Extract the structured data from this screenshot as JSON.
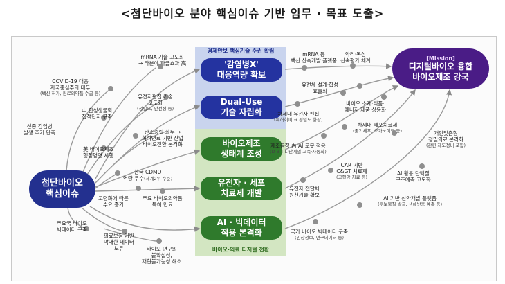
{
  "title": "<첨단바이오 분야 핵심이슈 기반 임무 · 목표 도출>",
  "bands": {
    "top_caption": "경제안보 핵심기술 주권 확립",
    "bottom_caption": "바이오·의료 디지털 전환"
  },
  "center": {
    "line1": "첨단바이오",
    "line2": "핵심이슈"
  },
  "mission": {
    "tag": "[Mission]",
    "line1": "디지털바이오 융합",
    "line2": "바이오제조 강국"
  },
  "tasks": [
    {
      "line1": "'감염병X'",
      "line2": "대응역량 확보"
    },
    {
      "line1": "Dual-Use",
      "line2": "기술 자립화"
    },
    {
      "line1": "바이오제조",
      "line2": "생태계 조성"
    },
    {
      "line1": "유전자 · 세포",
      "line2": "치료제 개발"
    },
    {
      "line1": "AI · 빅데이터",
      "line2": "적용 본격화"
    }
  ],
  "issues": [
    {
      "line1": "COVID-19 대응",
      "line2": "자국중심주의 대두",
      "sub": "(백신 허가, 원료의약품 수급 등)"
    },
    {
      "line1": "신종 감염병",
      "line2": "발생 주기 단축"
    },
    {
      "line1": "mRNA 기술 고도화",
      "line2": "→ 타분야 파급효과 高"
    },
    {
      "line1": "中 합성생물학",
      "line2": "집적단지 구축"
    },
    {
      "line1": "유전자편집 기술",
      "line2": "고도화",
      "sub": "(정밀도, 안전성 등)"
    },
    {
      "line1": "美 바이오제조",
      "line2": "행정명령 시행"
    },
    {
      "line1": "탄소중립 화두 →",
      "line2": "화석연료 기반 산업",
      "line3": "바이오전환 본격화"
    },
    {
      "line1": "한국 CDMO",
      "line2": "역량 우수",
      "sub": "(세계2위 수준)"
    },
    {
      "line1": "고령화에 따른",
      "line2": "수요 증가"
    },
    {
      "line1": "주요 바이오의약품",
      "line2": "특허 만료"
    },
    {
      "line1": "주요국 바이오",
      "line2": "빅데이터 구축"
    },
    {
      "line1": "의료보험 기반",
      "line2": "막대한 데이터",
      "line3": "보유"
    },
    {
      "line1": "바이오 연구의",
      "line2": "불확실성,",
      "line3": "재현불가능성 해소"
    }
  ],
  "goals": [
    {
      "line1": "mRNA 등",
      "line2": "백신 신속개발 플랫폼"
    },
    {
      "line1": "약리·독성",
      "line2": "신속평가 체계"
    },
    {
      "line1": "유전체 설계·합성",
      "line2": "효율화"
    },
    {
      "line1": "차세대 유전자 편집",
      "sub": "(특허회피 → 정밀도 향상)"
    },
    {
      "line1": "바이오 소재·식품·",
      "line2": "에너지 제품 상용화"
    },
    {
      "line1": "차세대 세포치료제",
      "sub": "(줄기세포, 오가노이드 등)"
    },
    {
      "line1": "개인맞춤형",
      "line2": "정밀의료 본격화",
      "sub": "(관련 제도정비 포함)"
    },
    {
      "line1": "제조공정 內 AI·로봇 적용",
      "sub": "(D-B-T-L 단계별 고속·자동화)"
    },
    {
      "line1": "CAR 기반",
      "line2": "C&GT 치료제",
      "sub": "(고형암 치료 등)"
    },
    {
      "line1": "AI 활용 단백질",
      "line2": "구조예측 고도화"
    },
    {
      "line1": "유전자 전달체",
      "line2": "원천기술 확보"
    },
    {
      "line1": "AI 기반 신약개발 플랫폼",
      "sub": "(후보물질 발굴, 생체반응 예측 등)"
    },
    {
      "line1": "국가 바이오 빅데이터 구축",
      "sub": "(임상정보, 연구데이터 등)"
    }
  ],
  "colors": {
    "navy": "#2433a0",
    "green": "#2f7a2c",
    "purple": "#4a1c86",
    "band_blue": "#c9d4ee",
    "band_green": "#d3e6c2",
    "line": "#8a8a8a",
    "node": "#8f8f8f"
  }
}
